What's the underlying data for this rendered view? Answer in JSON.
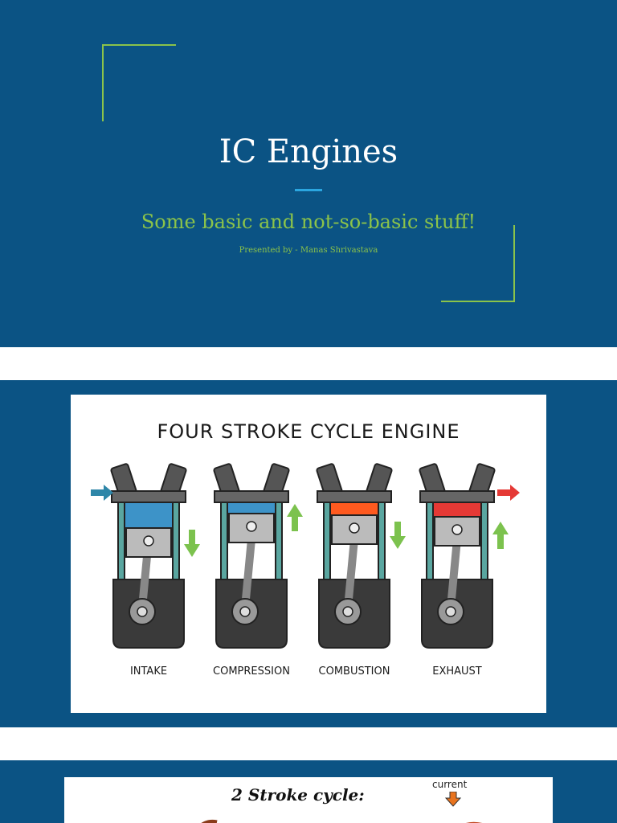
{
  "slides": {
    "title_slide": {
      "title": "IC Engines",
      "subtitle": "Some basic and not-so-basic stuff!",
      "presenter": "Presented by - Manas Shrivastava",
      "colors": {
        "background": "#0b5384",
        "accent": "#8bc34a",
        "rule": "#2ba6e0"
      }
    },
    "four_stroke": {
      "title": "FOUR STROKE CYCLE ENGINE",
      "stages": [
        "INTAKE",
        "COMPRESSION",
        "COMBUSTION",
        "EXHAUST"
      ]
    },
    "two_stroke": {
      "title": "2 Stroke cycle:",
      "label": "current"
    }
  }
}
